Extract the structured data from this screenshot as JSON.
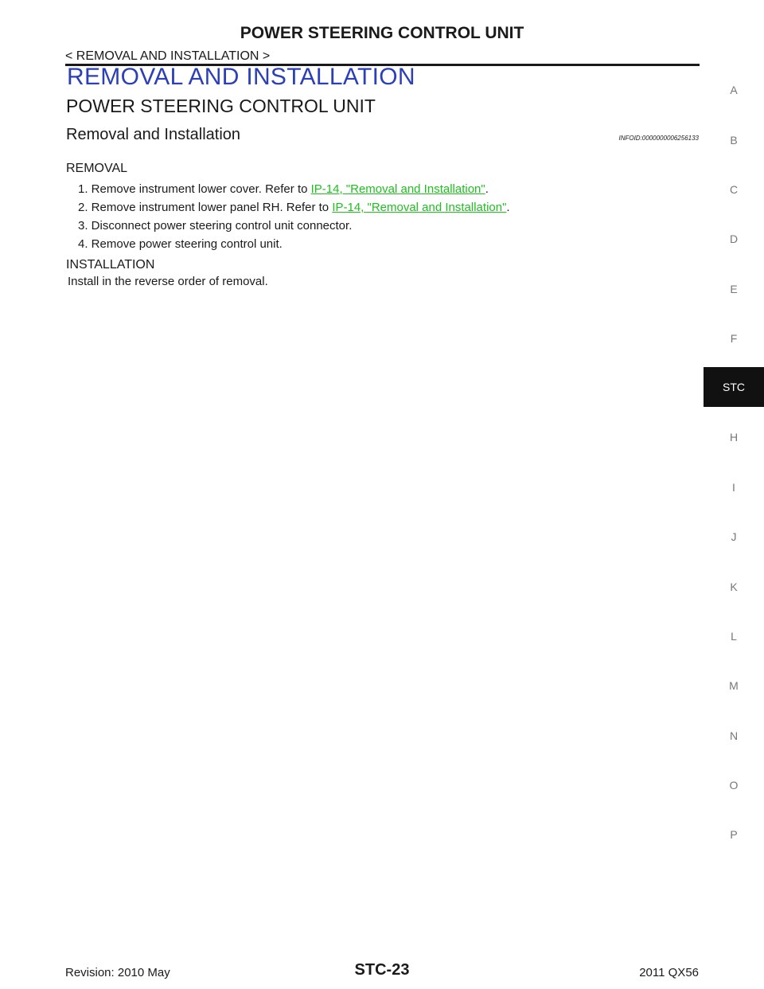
{
  "header": {
    "title": "POWER STEERING CONTROL UNIT",
    "breadcrumb": "< REMOVAL AND INSTALLATION >"
  },
  "content": {
    "section_title": "REMOVAL AND INSTALLATION",
    "subsection_title": "POWER STEERING CONTROL UNIT",
    "topic_title": "Removal and Installation",
    "infoid": "INFOID:0000000006256133",
    "removal_heading": "REMOVAL",
    "steps": [
      {
        "prefix": "1. Remove instrument lower cover. Refer to ",
        "link": "IP-14, \"Removal and Installation\"",
        "suffix": "."
      },
      {
        "prefix": "2. Remove instrument lower panel RH. Refer to ",
        "link": "IP-14, \"Removal and Installation\"",
        "suffix": "."
      },
      {
        "prefix": "3. Disconnect power steering control unit connector.",
        "link": "",
        "suffix": ""
      },
      {
        "prefix": "4. Remove power steering control unit.",
        "link": "",
        "suffix": ""
      }
    ],
    "installation_heading": "INSTALLATION",
    "installation_text": "Install in the reverse order of removal."
  },
  "side_tabs": {
    "items": [
      "A",
      "B",
      "C",
      "D",
      "E",
      "F",
      "STC",
      "H",
      "I",
      "J",
      "K",
      "L",
      "M",
      "N",
      "O",
      "P"
    ],
    "active": "STC"
  },
  "footer": {
    "page_number": "STC-23",
    "revision": "Revision: 2010 May",
    "model": "2011 QX56"
  },
  "colors": {
    "section_title": "#2b3fb8",
    "link": "#1fbf1f",
    "active_tab_bg": "#111111"
  }
}
